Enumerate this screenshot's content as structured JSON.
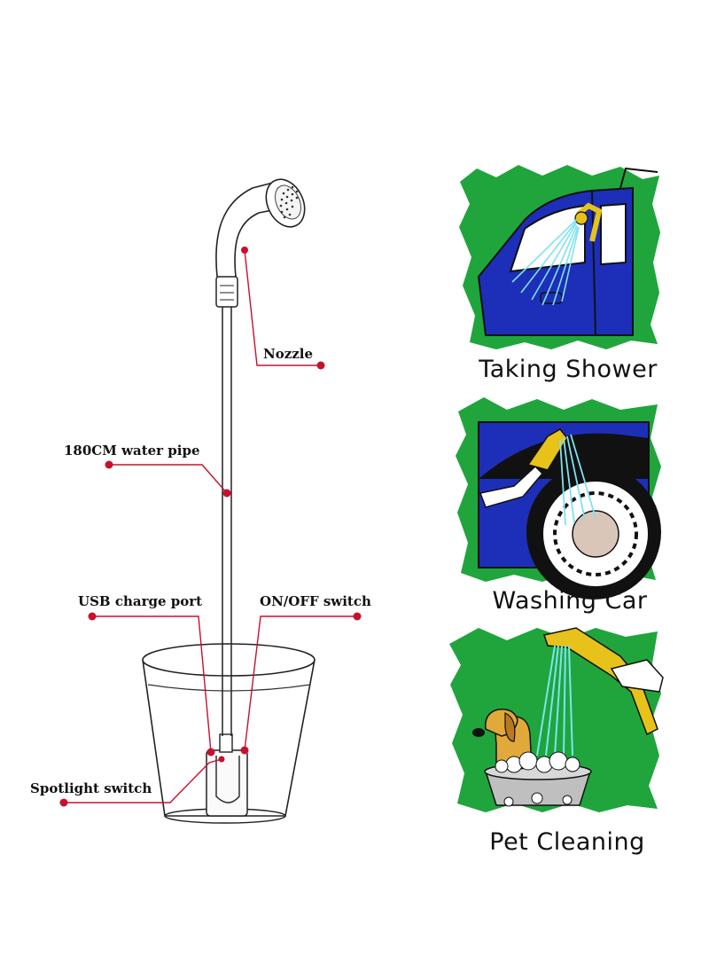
{
  "labels": {
    "nozzle": "Nozzle",
    "water_pipe": "180CM water pipe",
    "usb_port": "USB charge port",
    "on_off": "ON/OFF switch",
    "spotlight": "Spotlight switch"
  },
  "panels": [
    {
      "caption": "Taking Shower",
      "icon": "car-window-shower-icon"
    },
    {
      "caption": "Washing Car",
      "icon": "car-wheel-wash-icon"
    },
    {
      "caption": "Pet Cleaning",
      "icon": "dog-bath-icon"
    }
  ],
  "colors": {
    "callout": "#c8102e",
    "panel_green": "#1fa53c",
    "car_blue": "#1d2fb8",
    "water": "#7fe3ef"
  }
}
